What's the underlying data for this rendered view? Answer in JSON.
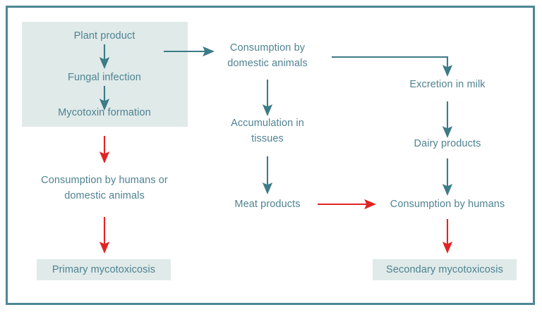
{
  "diagram": {
    "title": "Mycotoxicosis pathway flowchart",
    "colors": {
      "frame_border": "#4c8895",
      "shaded_fill": "#dfeae9",
      "text": "#4f8291",
      "teal_arrow": "#3d7b87",
      "red_arrow": "#e02424"
    },
    "nodes": [
      {
        "id": "plant-product",
        "label": "Plant product"
      },
      {
        "id": "fungal-infection",
        "label": "Fungal infection"
      },
      {
        "id": "mycotoxin-formation",
        "label": "Mycotoxin formation"
      },
      {
        "id": "consumption-humans-or-domestic-animals",
        "label": "Consumption by humans or\ndomestic animals"
      },
      {
        "id": "primary-mycotoxicosis",
        "label": "Primary mycotoxicosis"
      },
      {
        "id": "consumption-domestic-animals",
        "label": "Consumption by\ndomestic animals"
      },
      {
        "id": "accumulation-in-tissues",
        "label": "Accumulation in\ntissues"
      },
      {
        "id": "meat-products",
        "label": "Meat products"
      },
      {
        "id": "excretion-in-milk",
        "label": "Excretion in milk"
      },
      {
        "id": "dairy-products",
        "label": "Dairy products"
      },
      {
        "id": "consumption-by-humans",
        "label": "Consumption by humans"
      },
      {
        "id": "secondary-mycotoxicosis",
        "label": "Secondary mycotoxicosis"
      }
    ],
    "edges": [
      {
        "from": "plant-product",
        "to": "fungal-infection",
        "color": "teal",
        "direction": "down"
      },
      {
        "from": "fungal-infection",
        "to": "mycotoxin-formation",
        "color": "teal",
        "direction": "down"
      },
      {
        "from": "mycotoxin-formation",
        "to": "consumption-humans-or-domestic-animals",
        "color": "red",
        "direction": "down"
      },
      {
        "from": "consumption-humans-or-domestic-animals",
        "to": "primary-mycotoxicosis",
        "color": "red",
        "direction": "down"
      },
      {
        "from": "mycotoxin-formation",
        "to": "consumption-domestic-animals",
        "color": "teal",
        "direction": "right"
      },
      {
        "from": "consumption-domestic-animals",
        "to": "accumulation-in-tissues",
        "color": "teal",
        "direction": "down"
      },
      {
        "from": "accumulation-in-tissues",
        "to": "meat-products",
        "color": "teal",
        "direction": "down"
      },
      {
        "from": "consumption-domestic-animals",
        "to": "excretion-in-milk",
        "color": "teal",
        "direction": "right-down"
      },
      {
        "from": "excretion-in-milk",
        "to": "dairy-products",
        "color": "teal",
        "direction": "down"
      },
      {
        "from": "dairy-products",
        "to": "consumption-by-humans",
        "color": "teal",
        "direction": "down"
      },
      {
        "from": "meat-products",
        "to": "consumption-by-humans",
        "color": "red",
        "direction": "right"
      },
      {
        "from": "consumption-by-humans",
        "to": "secondary-mycotoxicosis",
        "color": "red",
        "direction": "down"
      }
    ]
  }
}
